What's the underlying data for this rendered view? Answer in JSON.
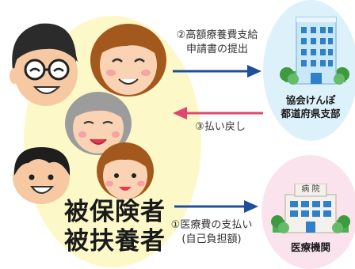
{
  "group": {
    "line1": "被保険者",
    "line2": "被扶養者"
  },
  "kyokai": {
    "line1": "協会けんぽ",
    "line2": "都道府県支部"
  },
  "hospital": {
    "sign": "病 院",
    "name": "医療機関"
  },
  "flows": {
    "step2_line1": "②高額療養費支給",
    "step2_line2": "申請書の提出",
    "step3": "③払い戻し",
    "step1_line1": "①医療費の支払い",
    "step1_line2": "(自己負担額)"
  },
  "colors": {
    "group_bg": "#fdf8c8",
    "kyokai_bg": "#ddf1fb",
    "hospital_bg": "#fbe3ee",
    "blue_arrow": "#1e4f9e",
    "pink_arrow": "#e0476e"
  }
}
